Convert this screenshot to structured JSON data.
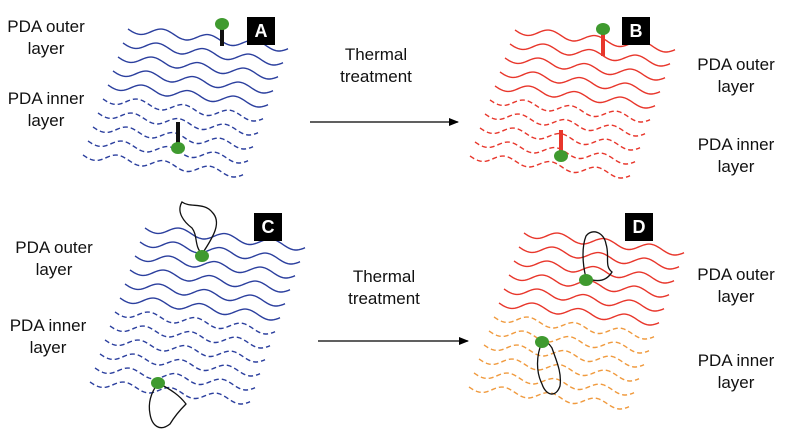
{
  "colors": {
    "pristine": "#2b3f9e",
    "annealed_outer": "#e8362b",
    "annealed_inner": "#f09a3e",
    "nanoparticle": "#3f9a2f",
    "linker_pristine": "#111111",
    "linker_annealed": "#e8362b",
    "polymer_chain": "#111111",
    "arrow": "#000000"
  },
  "panels": {
    "A": {
      "badge": "A",
      "outer_label": [
        "PDA outer",
        "layer"
      ],
      "inner_label": [
        "PDA inner",
        "layer"
      ],
      "attachment": "short-linker",
      "outer_color": "pristine",
      "inner_color": "pristine"
    },
    "B": {
      "badge": "B",
      "outer_label": [
        "PDA outer",
        "layer"
      ],
      "inner_label": [
        "PDA inner",
        "layer"
      ],
      "attachment": "short-linker",
      "outer_color": "annealed_outer",
      "inner_color": "annealed_outer"
    },
    "C": {
      "badge": "C",
      "outer_label": [
        "PDA outer",
        "layer"
      ],
      "inner_label": [
        "PDA inner",
        "layer"
      ],
      "attachment": "polymer-chain",
      "outer_color": "pristine",
      "inner_color": "pristine"
    },
    "D": {
      "badge": "D",
      "outer_label": [
        "PDA outer",
        "layer"
      ],
      "inner_label": [
        "PDA inner",
        "layer"
      ],
      "attachment": "polymer-chain",
      "outer_color": "annealed_outer",
      "inner_color": "annealed_inner"
    }
  },
  "arrows": [
    {
      "label": [
        "Thermal",
        "treatment"
      ]
    },
    {
      "label": [
        "Thermal",
        "treatment"
      ]
    }
  ]
}
